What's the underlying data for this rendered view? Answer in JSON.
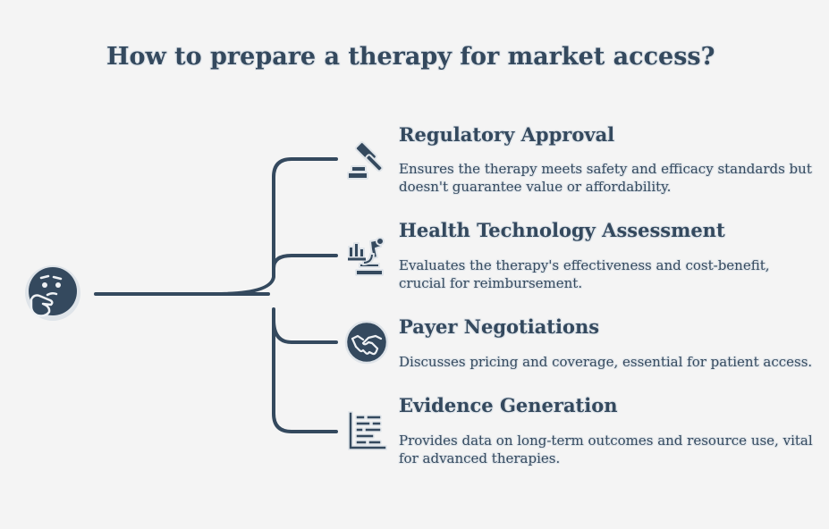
{
  "title": "How to prepare a therapy for market access?",
  "items": [
    {
      "title": "Regulatory Approval",
      "description": "Ensures the therapy meets safety and efficacy standards but doesn't guarantee value or affordability.",
      "icon": "gavel-icon"
    },
    {
      "title": "Health Technology Assessment",
      "description": "Evaluates the therapy's effectiveness and cost-benefit, crucial for reimbursement.",
      "icon": "microscope-chart-icon"
    },
    {
      "title": "Payer Negotiations",
      "description": "Discusses pricing and coverage, essential for patient access.",
      "icon": "handshake-icon"
    },
    {
      "title": "Evidence Generation",
      "description": "Provides data on long-term outcomes and resource use, vital for advanced therapies.",
      "icon": "data-chart-icon"
    }
  ],
  "center_icon": "thinking-face-icon",
  "colors": {
    "primary": "#34495e",
    "background": "#f4f4f4",
    "halo": "#dfe4e9"
  }
}
